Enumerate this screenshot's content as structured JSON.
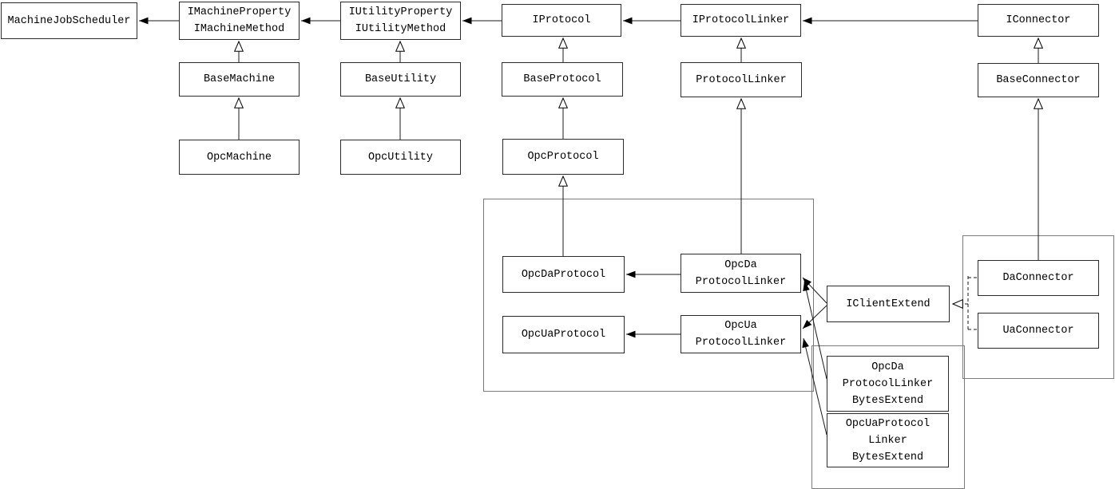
{
  "diagram": {
    "kind": "uml-class-diagram",
    "background_color": "#ffffff",
    "node_border_color": "#2b2b2b",
    "container_border_color": "#7b7b7b",
    "line_color": "#1a1a1a",
    "nodes": {
      "machine_job_scheduler": {
        "lines": [
          "MachineJobScheduler"
        ]
      },
      "i_machine": {
        "lines": [
          "IMachineProperty",
          "IMachineMethod"
        ]
      },
      "i_utility": {
        "lines": [
          "IUtilityProperty",
          "IUtilityMethod"
        ]
      },
      "i_protocol": {
        "lines": [
          "IProtocol"
        ]
      },
      "i_protocol_linker": {
        "lines": [
          "IProtocolLinker"
        ]
      },
      "i_connector": {
        "lines": [
          "IConnector"
        ]
      },
      "base_machine": {
        "lines": [
          "BaseMachine"
        ]
      },
      "base_utility": {
        "lines": [
          "BaseUtility"
        ]
      },
      "base_protocol": {
        "lines": [
          "BaseProtocol"
        ]
      },
      "protocol_linker": {
        "lines": [
          "ProtocolLinker"
        ]
      },
      "base_connector": {
        "lines": [
          "BaseConnector"
        ]
      },
      "opc_machine": {
        "lines": [
          "OpcMachine"
        ]
      },
      "opc_utility": {
        "lines": [
          "OpcUtility"
        ]
      },
      "opc_protocol": {
        "lines": [
          "OpcProtocol"
        ]
      },
      "opc_da_protocol": {
        "lines": [
          "OpcDaProtocol"
        ]
      },
      "opc_da_protocol_linker": {
        "lines": [
          "OpcDa",
          "ProtocolLinker"
        ]
      },
      "opc_ua_protocol": {
        "lines": [
          "OpcUaProtocol"
        ]
      },
      "opc_ua_protocol_linker": {
        "lines": [
          "OpcUa",
          "ProtocolLinker"
        ]
      },
      "i_client_extend": {
        "lines": [
          "IClientExtend"
        ]
      },
      "da_connector": {
        "lines": [
          "DaConnector"
        ]
      },
      "ua_connector": {
        "lines": [
          "UaConnector"
        ]
      },
      "opc_da_protocol_linker_bytes_extend": {
        "lines": [
          "OpcDa",
          "ProtocolLinker",
          "BytesExtend"
        ]
      },
      "opc_ua_protocol_linker_bytes_extend": {
        "lines": [
          "OpcUaProtocol",
          "Linker",
          "BytesExtend"
        ]
      }
    },
    "relations": [
      {
        "from": "IMachineProperty IMachineMethod",
        "to": "MachineJobScheduler",
        "type": "directed-association"
      },
      {
        "from": "IUtilityProperty IUtilityMethod",
        "to": "IMachineProperty IMachineMethod",
        "type": "directed-association"
      },
      {
        "from": "IProtocol",
        "to": "IUtilityProperty IUtilityMethod",
        "type": "directed-association"
      },
      {
        "from": "IProtocolLinker",
        "to": "IProtocol",
        "type": "directed-association"
      },
      {
        "from": "IConnector",
        "to": "IProtocolLinker",
        "type": "directed-association"
      },
      {
        "from": "BaseMachine",
        "to": "IMachineProperty IMachineMethod",
        "type": "generalization"
      },
      {
        "from": "OpcMachine",
        "to": "BaseMachine",
        "type": "generalization"
      },
      {
        "from": "BaseUtility",
        "to": "IUtilityProperty IUtilityMethod",
        "type": "generalization"
      },
      {
        "from": "OpcUtility",
        "to": "BaseUtility",
        "type": "generalization"
      },
      {
        "from": "BaseProtocol",
        "to": "IProtocol",
        "type": "generalization"
      },
      {
        "from": "OpcProtocol",
        "to": "BaseProtocol",
        "type": "generalization"
      },
      {
        "from": "OpcDaProtocol",
        "to": "OpcProtocol",
        "type": "generalization"
      },
      {
        "from": "ProtocolLinker",
        "to": "IProtocolLinker",
        "type": "generalization"
      },
      {
        "from": "OpcDa ProtocolLinker",
        "to": "ProtocolLinker",
        "type": "generalization"
      },
      {
        "from": "BaseConnector",
        "to": "IConnector",
        "type": "generalization"
      },
      {
        "from": "DaConnector",
        "to": "BaseConnector",
        "type": "generalization"
      },
      {
        "from": "OpcDa ProtocolLinker",
        "to": "OpcDaProtocol",
        "type": "directed-association"
      },
      {
        "from": "OpcUa ProtocolLinker",
        "to": "OpcUaProtocol",
        "type": "directed-association"
      },
      {
        "from": "IClientExtend",
        "to": "OpcDa ProtocolLinker",
        "type": "directed-association"
      },
      {
        "from": "IClientExtend",
        "to": "OpcUa ProtocolLinker",
        "type": "directed-association"
      },
      {
        "from": "OpcDa ProtocolLinker BytesExtend",
        "to": "OpcDa ProtocolLinker",
        "type": "directed-association"
      },
      {
        "from": "OpcUaProtocol Linker BytesExtend",
        "to": "OpcUa ProtocolLinker",
        "type": "directed-association"
      },
      {
        "from": "DaConnector",
        "to": "IClientExtend",
        "type": "realization"
      },
      {
        "from": "UaConnector",
        "to": "IClientExtend",
        "type": "realization"
      }
    ]
  }
}
